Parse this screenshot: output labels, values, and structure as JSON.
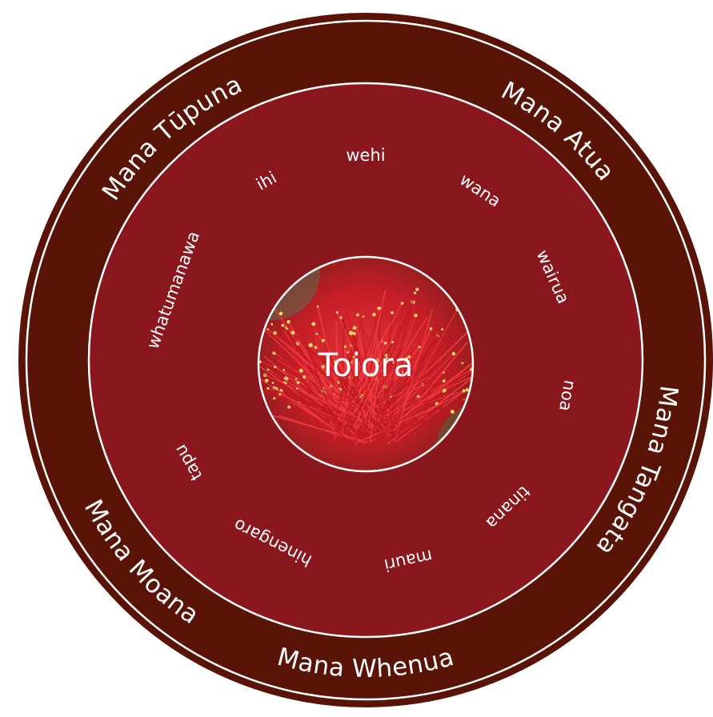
{
  "center": {
    "label": "Toiora",
    "image": "pohutukawa-flower"
  },
  "outer_ring": {
    "labels": [
      "Mana Tūpuna",
      "Mana Atua",
      "Mana Tangata",
      "Mana Whenua",
      "Mana Moana"
    ]
  },
  "inner_ring": {
    "labels": [
      "wehi",
      "wana",
      "wairua",
      "noa",
      "tinana",
      "mauri",
      "hinengaro",
      "tapu",
      "whatumanawa",
      "ihi"
    ]
  },
  "colors": {
    "outer_ring": "#5a1407",
    "inner_ring": "#8a171d",
    "ring_border": "#ffffff",
    "text": "#ffffff",
    "flower": "#d9252c"
  }
}
